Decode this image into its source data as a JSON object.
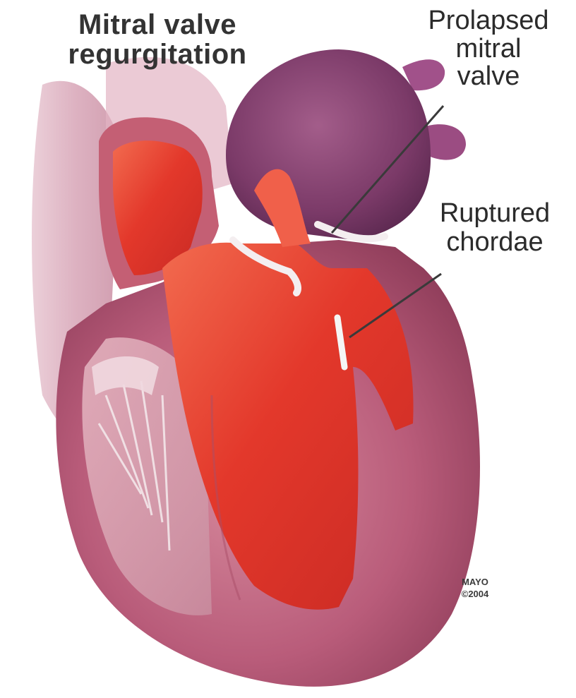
{
  "title": {
    "line1": "Mitral valve",
    "line2": "regurgitation"
  },
  "callouts": {
    "prolapsed": {
      "line1": "Prolapsed",
      "line2": "mitral",
      "line3": "valve"
    },
    "ruptured": {
      "line1": "Ruptured",
      "line2": "chordae"
    }
  },
  "credit": {
    "line1": "MAYO",
    "line2": "©2004"
  },
  "colors": {
    "background": "#ffffff",
    "heart_wall": "#b85a78",
    "heart_wall_light": "#d8909f",
    "atrium_dark": "#7a3a66",
    "blood_red": "#e53a2c",
    "blood_light": "#f06a4e",
    "text": "#333333",
    "pointer": "#3a3a3a"
  }
}
